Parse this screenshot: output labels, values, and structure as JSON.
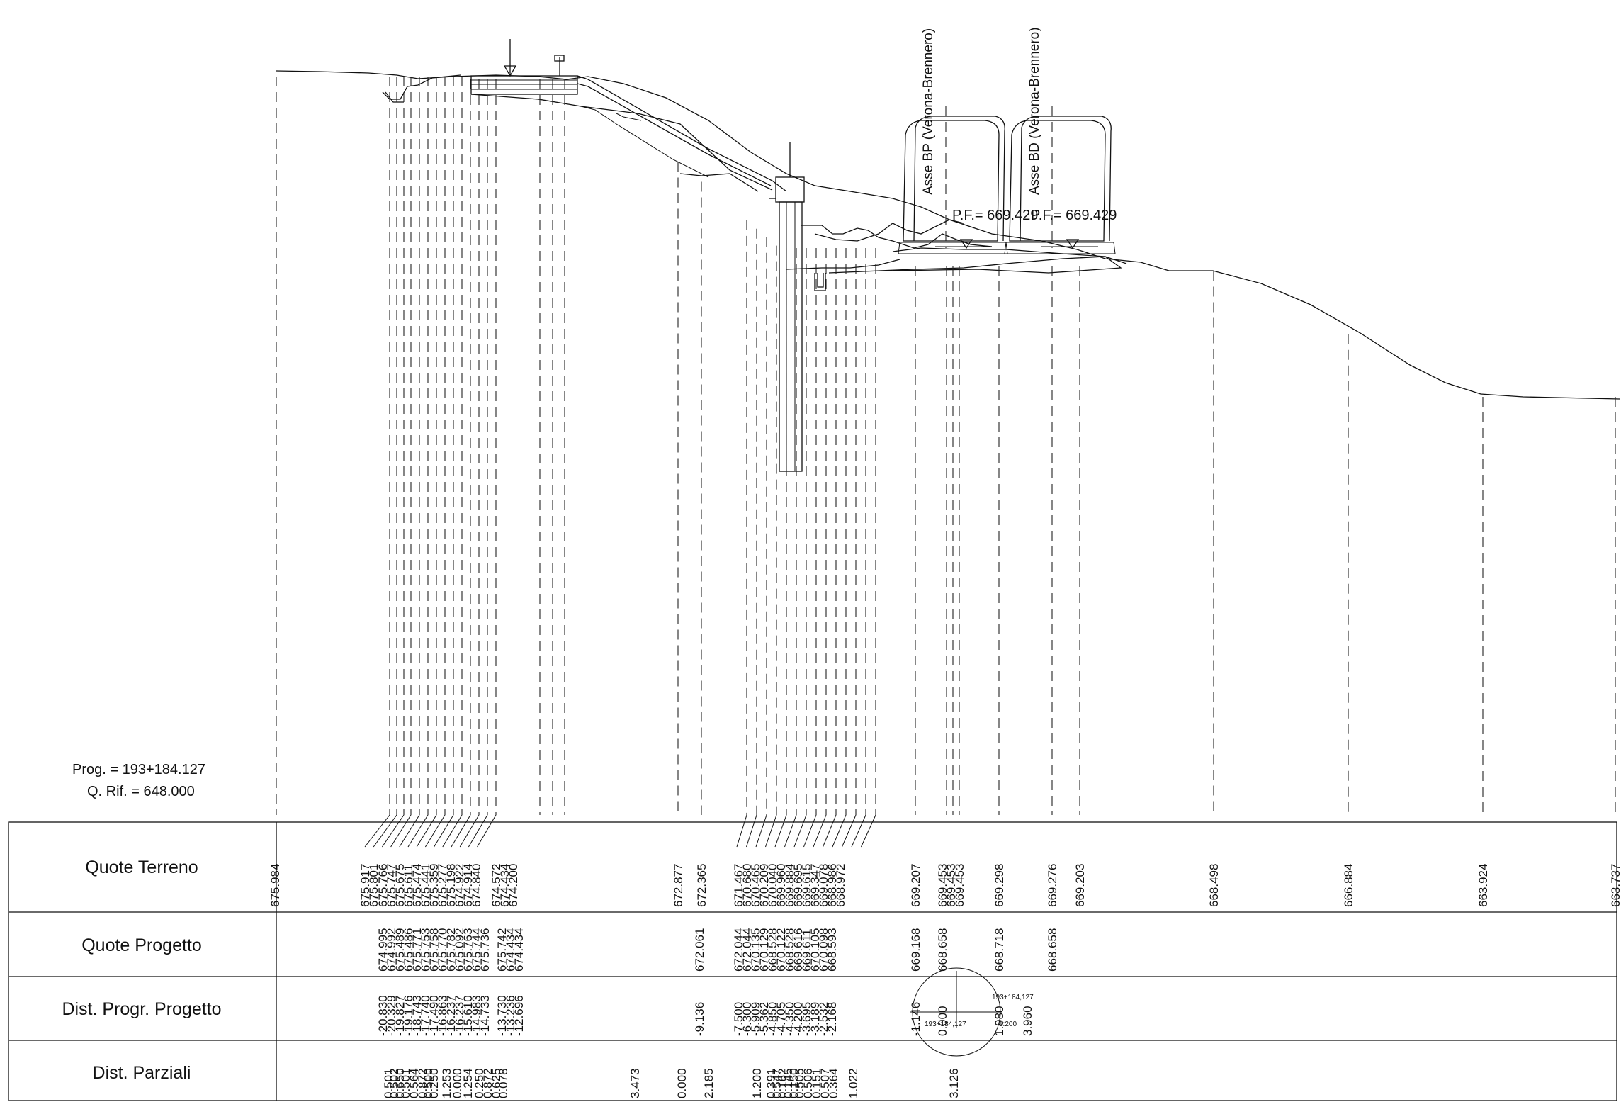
{
  "header": {
    "prog": "Prog. = 193+184.127",
    "q_rif": "Q. Rif. = 648.000"
  },
  "rows": {
    "quote_terreno": "Quote Terreno",
    "quote_progetto": "Quote Progetto",
    "dist_progr": "Dist. Progr. Progetto",
    "dist_parziali": "Dist. Parziali"
  },
  "annotations": {
    "axis_bp": "Asse BP (Verona-Brennero)",
    "axis_bd": "Asse BD (Verona-Brennero)",
    "pf_bp": "P.F.= 669.429",
    "pf_bd": "P.F.= 669.429",
    "stamp_top": "193+184,127",
    "stamp_left": "193+184,127",
    "stamp_scale": "1:200"
  },
  "quote_terreno": [
    "675.984",
    "675.917",
    "675.801",
    "675.766",
    "675.747",
    "675.675",
    "675.611",
    "675.474",
    "675.441",
    "675.359",
    "675.277",
    "675.198",
    "674.922",
    "674.914",
    "674.840",
    "674.572",
    "674.434",
    "674.200",
    "672.877",
    "672.365",
    "671.467",
    "670.680",
    "670.465",
    "670.209",
    "670.040",
    "669.960",
    "669.884",
    "669.695",
    "669.615",
    "669.347",
    "669.078",
    "668.986",
    "668.972",
    "669.207",
    "669.453",
    "669.453",
    "669.453",
    "669.298",
    "669.276",
    "669.203",
    "668.498",
    "666.884",
    "663.924",
    "663.737"
  ],
  "quote_progetto": [
    "674.995",
    "674.992",
    "675.489",
    "675.486",
    "675.771",
    "675.753",
    "675.758",
    "675.770",
    "675.782",
    "675.092",
    "675.763",
    "675.744",
    "675.736",
    "675.742",
    "674.434",
    "674.434",
    "672.061",
    "672.044",
    "672.044",
    "670.135",
    "670.129",
    "668.528",
    "670.122",
    "668.528",
    "669.616",
    "669.611",
    "670.105",
    "670.098",
    "668.593",
    "669.168",
    "668.658",
    "668.718",
    "668.658"
  ],
  "dist_progr": [
    "-20.830",
    "-20.329",
    "-19.827",
    "-19.176",
    "-18.743",
    "-17.740",
    "-17.490",
    "-16.863",
    "-16.237",
    "-16.237",
    "-15.610",
    "-14.983",
    "-14.733",
    "-13.730",
    "-13.236",
    "-12.696",
    "-9.136",
    "-7.500",
    "-6.300",
    "-5.909",
    "-5.362",
    "-4.850",
    "-4.705",
    "-4.350",
    "-4.200",
    "-3.695",
    "-3.189",
    "-2.532",
    "-2.168",
    "-1.146",
    "0.000",
    "1.980",
    "3.960"
  ],
  "dist_parziali": [
    "0.501",
    "0.502",
    "0.650",
    "0.501",
    "0.564",
    "0.872",
    "0.500",
    "0.250",
    "1.253",
    "0.000",
    "1.254",
    "0.250",
    "0.872",
    "0.625",
    "0.078",
    "3.473",
    "0.000",
    "2.185",
    "1.200",
    "0.391",
    "0.547",
    "0.162",
    "0.145",
    "0.150",
    "0.505",
    "0.506",
    "0.151",
    "0.507",
    "0.364",
    "1.022",
    "3.126"
  ]
}
